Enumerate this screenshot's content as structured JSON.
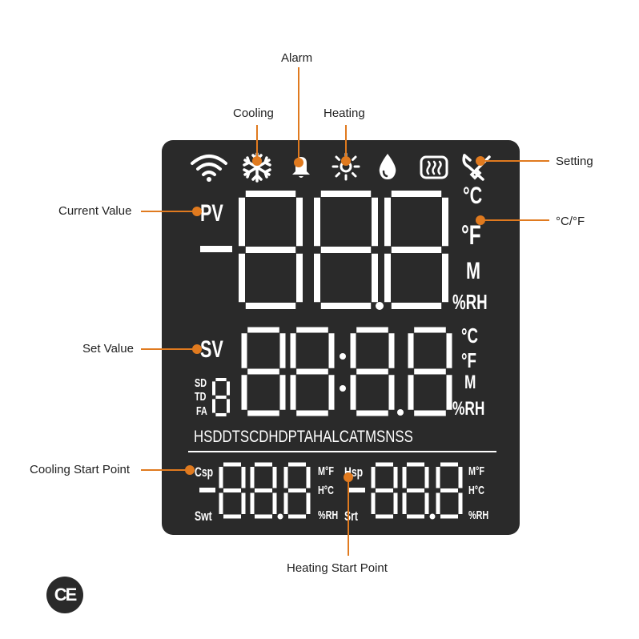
{
  "callouts": {
    "alarm": "Alarm",
    "cooling": "Cooling",
    "heating": "Heating",
    "setting": "Setting",
    "current_value": "Current Value",
    "unit_toggle": "°C/°F",
    "set_value": "Set Value",
    "cooling_start": "Cooling Start Point",
    "heating_start": "Heating Start Point"
  },
  "display": {
    "pv_label": "PV",
    "pv_units": {
      "c": "°C",
      "f": "°F",
      "m": "M",
      "rh": "%RH"
    },
    "sv_label": "SV",
    "sv_units": {
      "c": "°C",
      "f": "°F",
      "m": "M",
      "rh": "%RH"
    },
    "mode_labels": {
      "sd": "SD",
      "td": "TD",
      "fa": "FA"
    },
    "status_row": "HSDDTSCDHDPTAHALCATMSNSS",
    "csp_label": "Csp",
    "swt_label": "Swt",
    "csp_units": {
      "mf": "M°F",
      "hc": "H°C",
      "rh": "%RH"
    },
    "hsp_label": "Hsp",
    "srt_label": "Srt",
    "hsp_units": {
      "mf": "M°F",
      "hc": "H°C",
      "rh": "%RH"
    }
  },
  "logo": "CE",
  "colors": {
    "panel": "#2a2a2a",
    "segment": "#ffffff",
    "leader": "#e07a1f",
    "label": "#222222"
  },
  "icons": [
    "wifi-icon",
    "snowflake-icon",
    "bell-icon",
    "sun-icon",
    "droplet-icon",
    "defrost-icon",
    "wrench-icon"
  ]
}
